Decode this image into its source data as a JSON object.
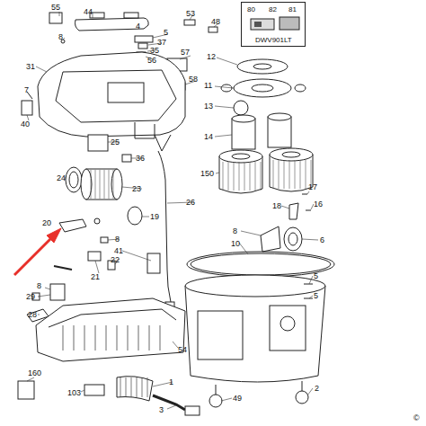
{
  "diagram": {
    "nodes": [
      {
        "text": [
          "80",
          "82",
          "81",
          "DWV901LT"
        ]
      }
    ],
    "labels": [
      "55",
      "44",
      "8",
      "4",
      "53",
      "48",
      "5",
      "37",
      "35",
      "56",
      "57",
      "58",
      "31",
      "7",
      "40",
      "12",
      "11",
      "13",
      "14",
      "150",
      "25",
      "36",
      "24",
      "23",
      "26",
      "17",
      "18",
      "16",
      "19",
      "20",
      "8",
      "41",
      "22",
      "21",
      "8",
      "6",
      "10",
      "5",
      "5",
      "8",
      "29",
      "28",
      "54",
      "160",
      "103",
      "1",
      "3",
      "49",
      "2",
      "©"
    ]
  }
}
